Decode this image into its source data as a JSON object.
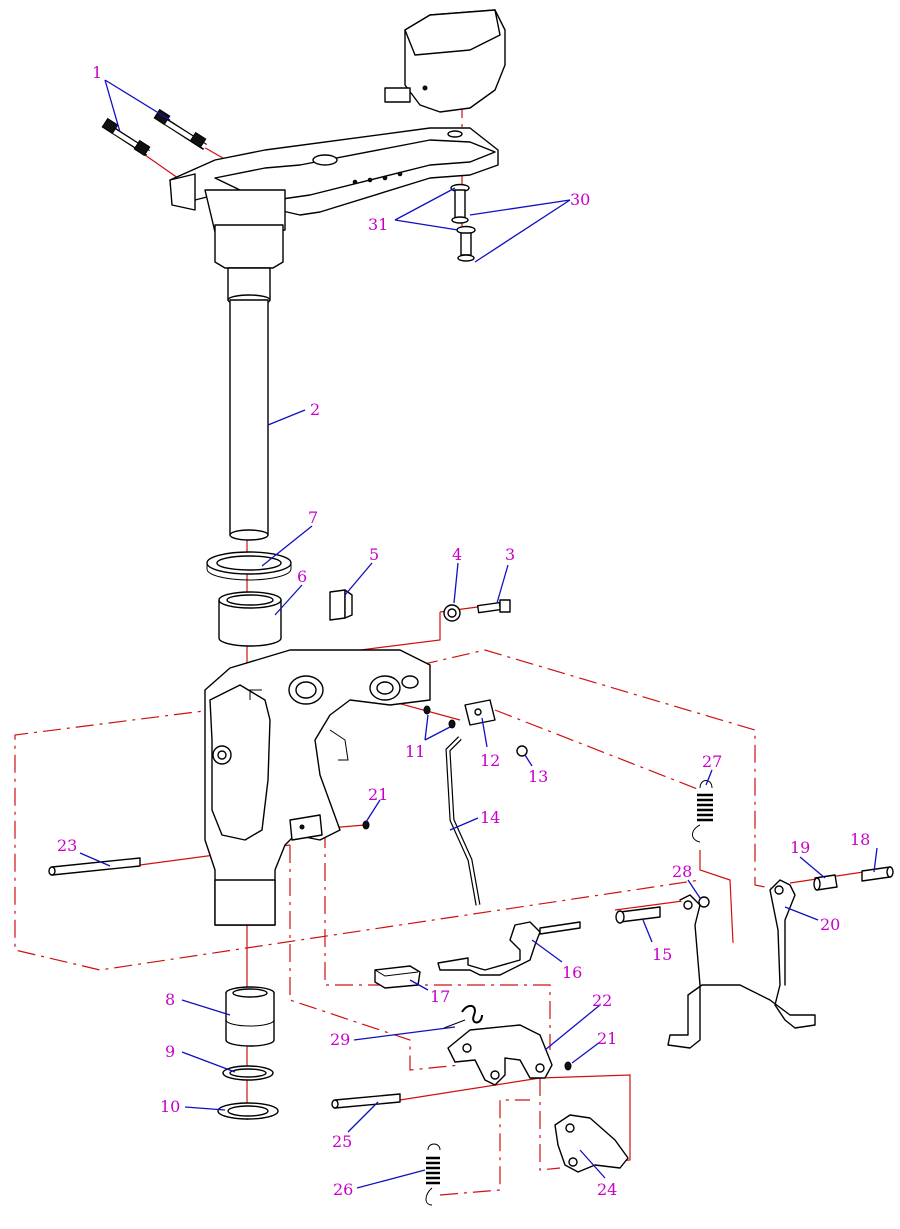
{
  "colors": {
    "callout_text": "#c800c8",
    "leader_line": "#1010c0",
    "assembly_line": "#d01010",
    "part_outline": "#000000"
  },
  "callouts": [
    {
      "id": "c1",
      "label": "1"
    },
    {
      "id": "c2",
      "label": "2"
    },
    {
      "id": "c3",
      "label": "3"
    },
    {
      "id": "c4",
      "label": "4"
    },
    {
      "id": "c5",
      "label": "5"
    },
    {
      "id": "c6",
      "label": "6"
    },
    {
      "id": "c7",
      "label": "7"
    },
    {
      "id": "c8",
      "label": "8"
    },
    {
      "id": "c9",
      "label": "9"
    },
    {
      "id": "c10",
      "label": "10"
    },
    {
      "id": "c11",
      "label": "11"
    },
    {
      "id": "c12",
      "label": "12"
    },
    {
      "id": "c13",
      "label": "13"
    },
    {
      "id": "c14",
      "label": "14"
    },
    {
      "id": "c15",
      "label": "15"
    },
    {
      "id": "c16",
      "label": "16"
    },
    {
      "id": "c17",
      "label": "17"
    },
    {
      "id": "c18",
      "label": "18"
    },
    {
      "id": "c19",
      "label": "19"
    },
    {
      "id": "c20",
      "label": "20"
    },
    {
      "id": "c21a",
      "label": "21"
    },
    {
      "id": "c21b",
      "label": "21"
    },
    {
      "id": "c22",
      "label": "22"
    },
    {
      "id": "c23",
      "label": "23"
    },
    {
      "id": "c24",
      "label": "24"
    },
    {
      "id": "c25",
      "label": "25"
    },
    {
      "id": "c26",
      "label": "26"
    },
    {
      "id": "c27",
      "label": "27"
    },
    {
      "id": "c28",
      "label": "28"
    },
    {
      "id": "c29",
      "label": "29"
    },
    {
      "id": "c30",
      "label": "30"
    },
    {
      "id": "c31",
      "label": "31"
    }
  ]
}
